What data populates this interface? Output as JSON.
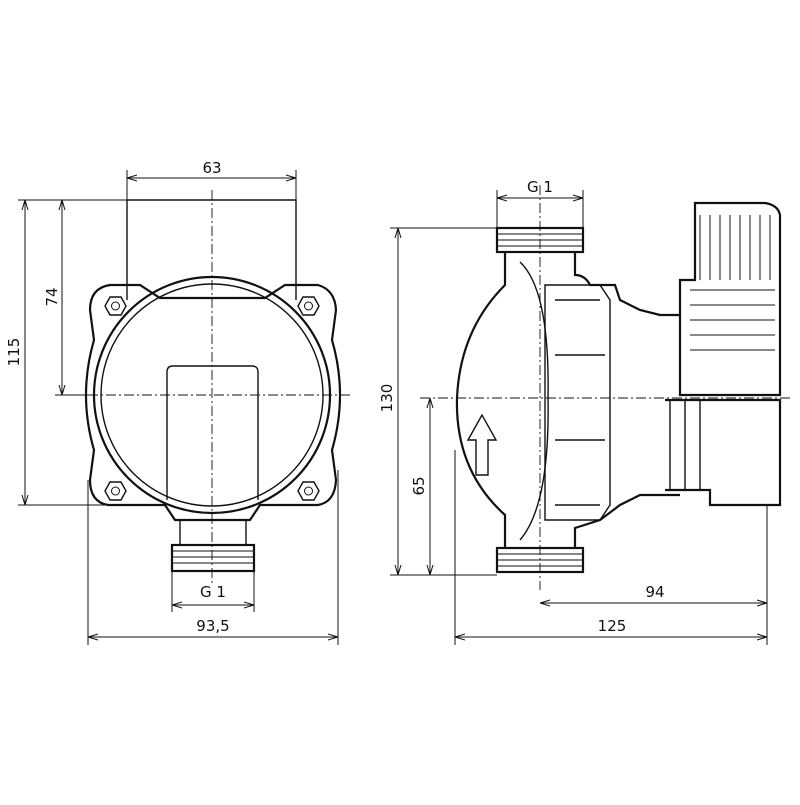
{
  "drawing": {
    "front_view": {
      "dimensions": {
        "top_width": "63",
        "height_to_axis": "74",
        "total_height": "115",
        "connection_thread": "G 1",
        "total_width": "93,5"
      }
    },
    "side_view": {
      "dimensions": {
        "connection_thread": "G 1",
        "port_to_port": "130",
        "axis_to_bottom_port": "65",
        "axis_to_rear": "94",
        "total_length": "125"
      }
    },
    "line_color": "#111111",
    "background_color": "#ffffff"
  }
}
